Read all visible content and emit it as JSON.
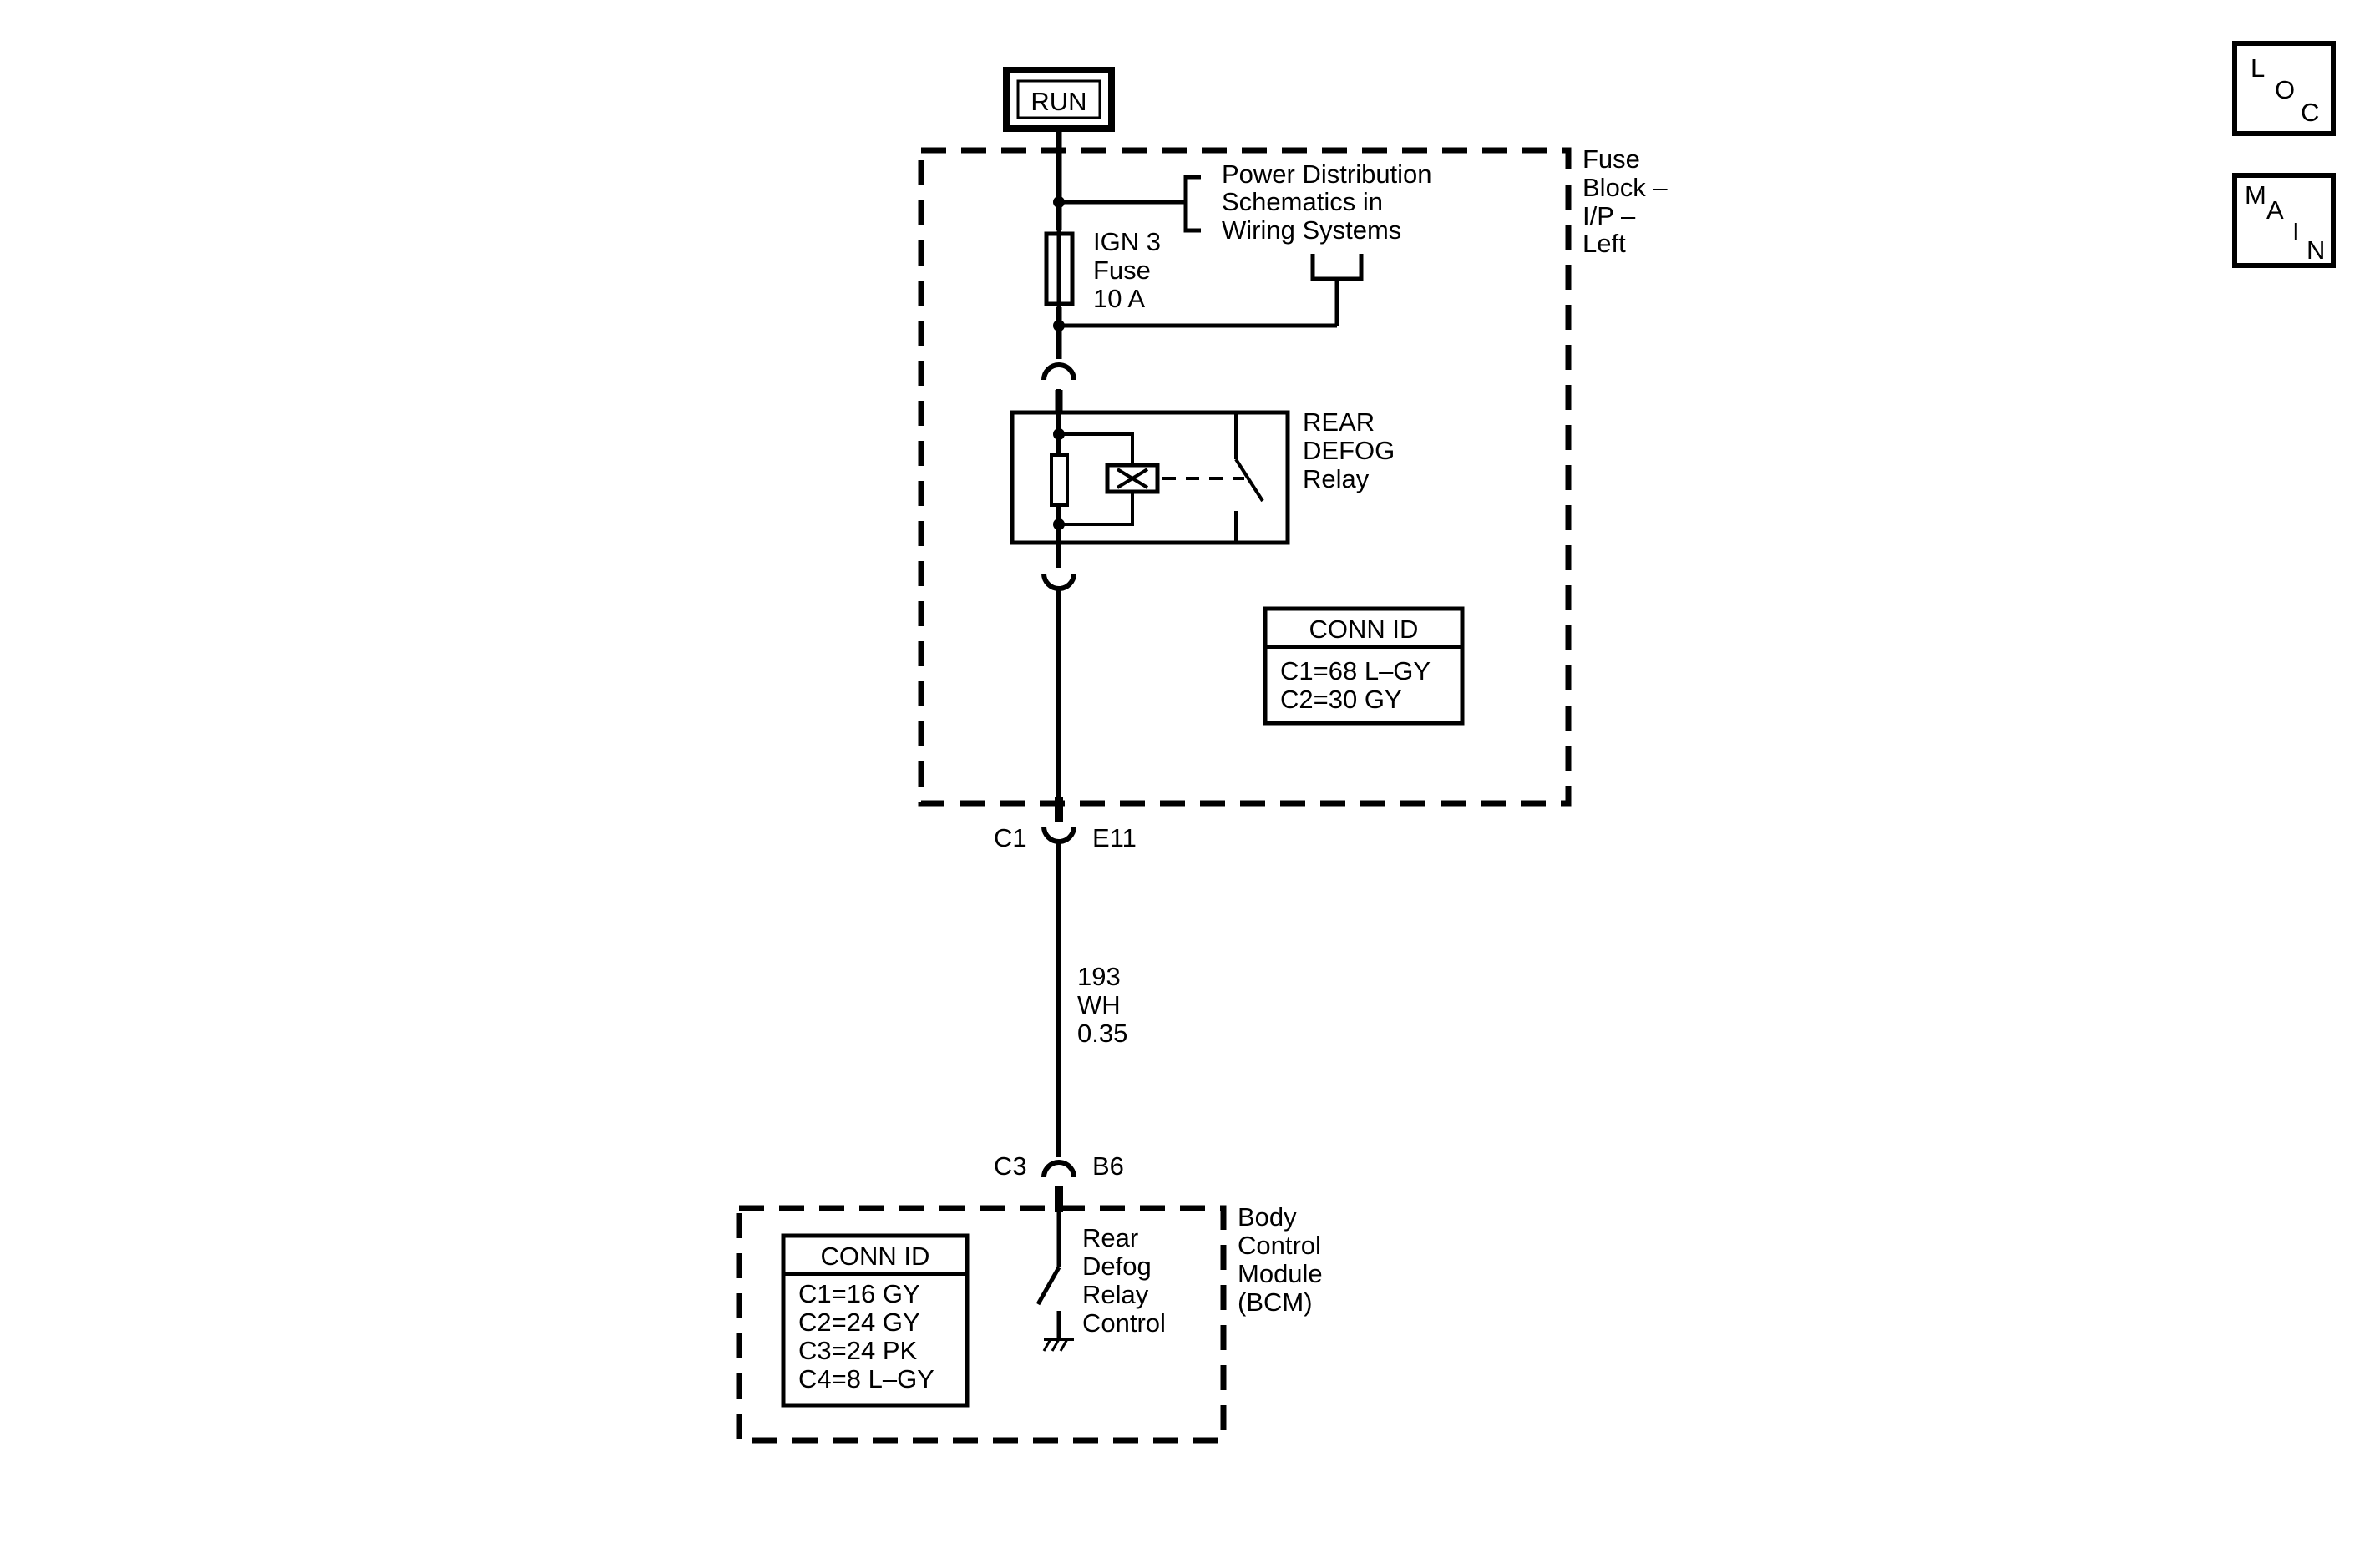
{
  "source_label": "RUN",
  "nav_buttons": {
    "loc": [
      "L",
      "O",
      "C"
    ],
    "main": [
      "M",
      "A",
      "I",
      "N"
    ]
  },
  "fuse_block": {
    "title_lines": [
      "Fuse",
      "Block –",
      "I/P –",
      "Left"
    ],
    "power_distribution_ref": [
      "Power Distribution",
      "Schematics in",
      "Wiring Systems"
    ],
    "fuse_label": [
      "IGN 3",
      "Fuse",
      "10 A"
    ],
    "relay_label": [
      "REAR",
      "DEFOG",
      "Relay"
    ],
    "conn_id": {
      "header": "CONN ID",
      "entries": [
        "C1=68 L–GY",
        "C2=30 GY"
      ]
    },
    "output_connector": "C1",
    "output_terminal": "E11"
  },
  "wire": {
    "circuit": "193",
    "color": "WH",
    "gauge": "0.35"
  },
  "bcm": {
    "title_lines": [
      "Body",
      "Control",
      "Module",
      "(BCM)"
    ],
    "input_connector": "C3",
    "input_terminal": "B6",
    "switch_label": [
      "Rear",
      "Defog",
      "Relay",
      "Control"
    ],
    "conn_id": {
      "header": "CONN ID",
      "entries": [
        "C1=16 GY",
        "C2=24 GY",
        "C3=24 PK",
        "C4=8 L–GY"
      ]
    }
  }
}
